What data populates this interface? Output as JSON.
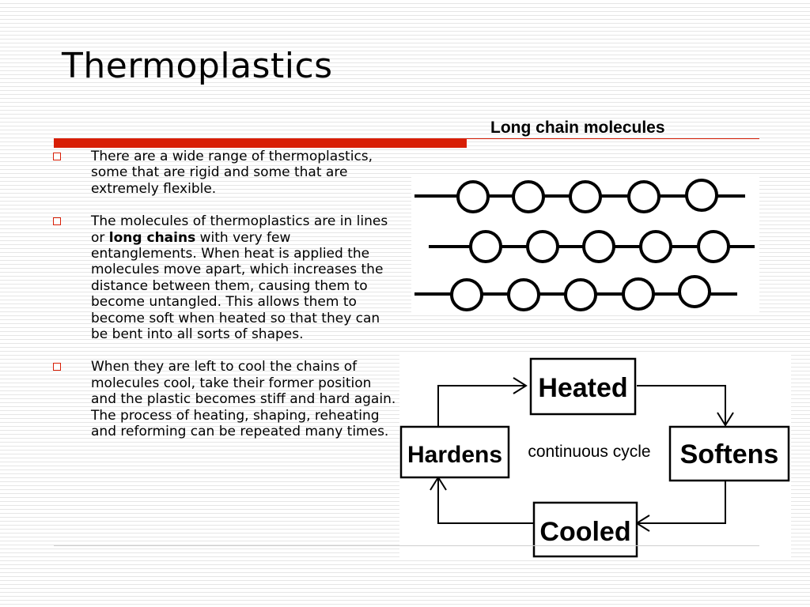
{
  "slide": {
    "title": "Thermoplastics",
    "caption": "Long chain molecules"
  },
  "bullets": [
    {
      "text": "There are a wide range of thermoplastics, some that are rigid and some that are extremely flexible."
    },
    {
      "before": "The molecules of thermoplastics are in lines or ",
      "bold": "long chains",
      "after": " with very few entanglements. When heat is applied the molecules move apart, which increases the distance between them, causing them to become untangled. This allows them to become soft when heated so that they can be bent into all sorts of shapes."
    },
    {
      "text": "When they are left to cool the chains of molecules cool, take their former position and the plastic becomes stiff and hard again. The process of heating, shaping, reheating and reforming can be repeated many times."
    }
  ],
  "cycle": {
    "top": "Heated",
    "right": "Softens",
    "bottom": "Cooled",
    "left": "Hardens",
    "center": "continuous cycle"
  },
  "colors": {
    "accent_red": "#d81e05",
    "bullet_marker": "#d81e05"
  }
}
